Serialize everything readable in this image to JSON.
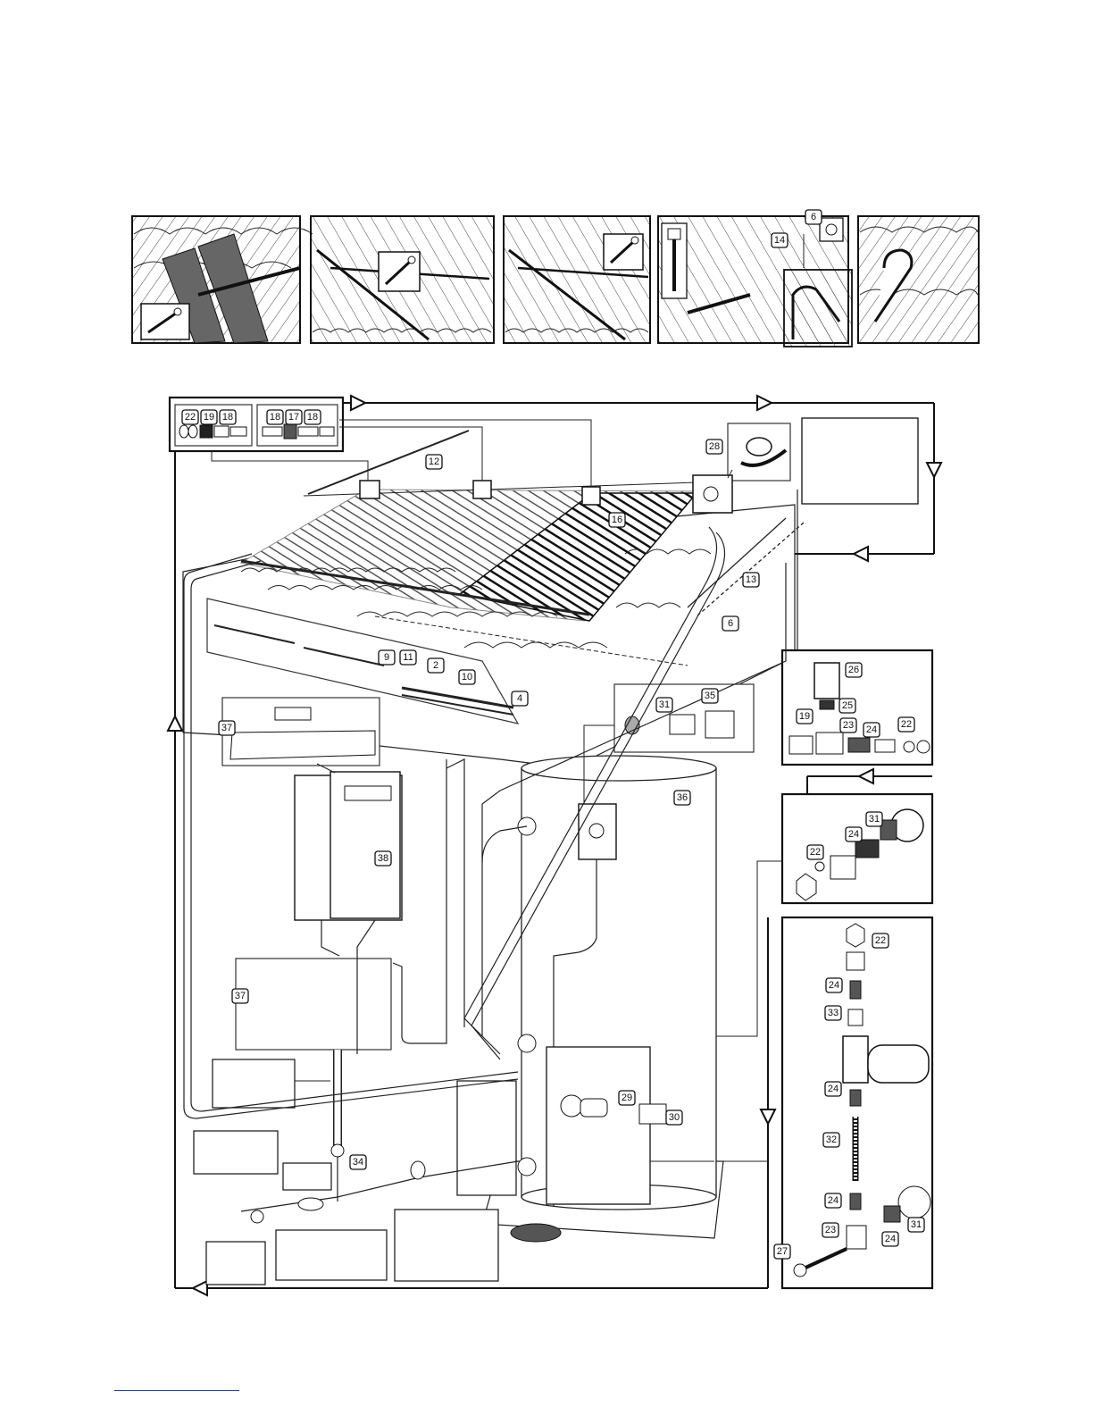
{
  "diagram": {
    "colors": {
      "line": "#111111",
      "tile_shade": "#666666",
      "footer_rule": "#1f3fb0"
    },
    "callouts": [
      {
        "id": "c-22-a",
        "label": "22"
      },
      {
        "id": "c-19-a",
        "label": "19"
      },
      {
        "id": "c-18-a",
        "label": "18"
      },
      {
        "id": "c-18-b",
        "label": "18"
      },
      {
        "id": "c-17",
        "label": "17"
      },
      {
        "id": "c-18-c",
        "label": "18"
      },
      {
        "id": "c-12",
        "label": "12"
      },
      {
        "id": "c-16",
        "label": "16"
      },
      {
        "id": "c-28",
        "label": "28"
      },
      {
        "id": "c-13",
        "label": "13"
      },
      {
        "id": "c-6-a",
        "label": "6"
      },
      {
        "id": "c-6-b",
        "label": "6"
      },
      {
        "id": "c-14",
        "label": "14"
      },
      {
        "id": "c-9",
        "label": "9"
      },
      {
        "id": "c-11",
        "label": "11"
      },
      {
        "id": "c-2",
        "label": "2"
      },
      {
        "id": "c-10",
        "label": "10"
      },
      {
        "id": "c-4",
        "label": "4"
      },
      {
        "id": "c-37-a",
        "label": "37"
      },
      {
        "id": "c-37-b",
        "label": "37"
      },
      {
        "id": "c-38",
        "label": "38"
      },
      {
        "id": "c-31-a",
        "label": "31"
      },
      {
        "id": "c-35",
        "label": "35"
      },
      {
        "id": "c-36",
        "label": "36"
      },
      {
        "id": "c-26",
        "label": "26"
      },
      {
        "id": "c-25",
        "label": "25"
      },
      {
        "id": "c-19-b",
        "label": "19"
      },
      {
        "id": "c-23-a",
        "label": "23"
      },
      {
        "id": "c-24-a",
        "label": "24"
      },
      {
        "id": "c-22-b",
        "label": "22"
      },
      {
        "id": "c-31-b",
        "label": "31"
      },
      {
        "id": "c-24-b",
        "label": "24"
      },
      {
        "id": "c-22-c",
        "label": "22"
      },
      {
        "id": "c-22-d",
        "label": "22"
      },
      {
        "id": "c-24-c",
        "label": "24"
      },
      {
        "id": "c-33",
        "label": "33"
      },
      {
        "id": "c-24-d",
        "label": "24"
      },
      {
        "id": "c-32",
        "label": "32"
      },
      {
        "id": "c-24-e",
        "label": "24"
      },
      {
        "id": "c-31-c",
        "label": "31"
      },
      {
        "id": "c-23-b",
        "label": "23"
      },
      {
        "id": "c-24-f",
        "label": "24"
      },
      {
        "id": "c-27",
        "label": "27"
      },
      {
        "id": "c-29",
        "label": "29"
      },
      {
        "id": "c-30",
        "label": "30"
      },
      {
        "id": "c-34",
        "label": "34"
      }
    ]
  }
}
